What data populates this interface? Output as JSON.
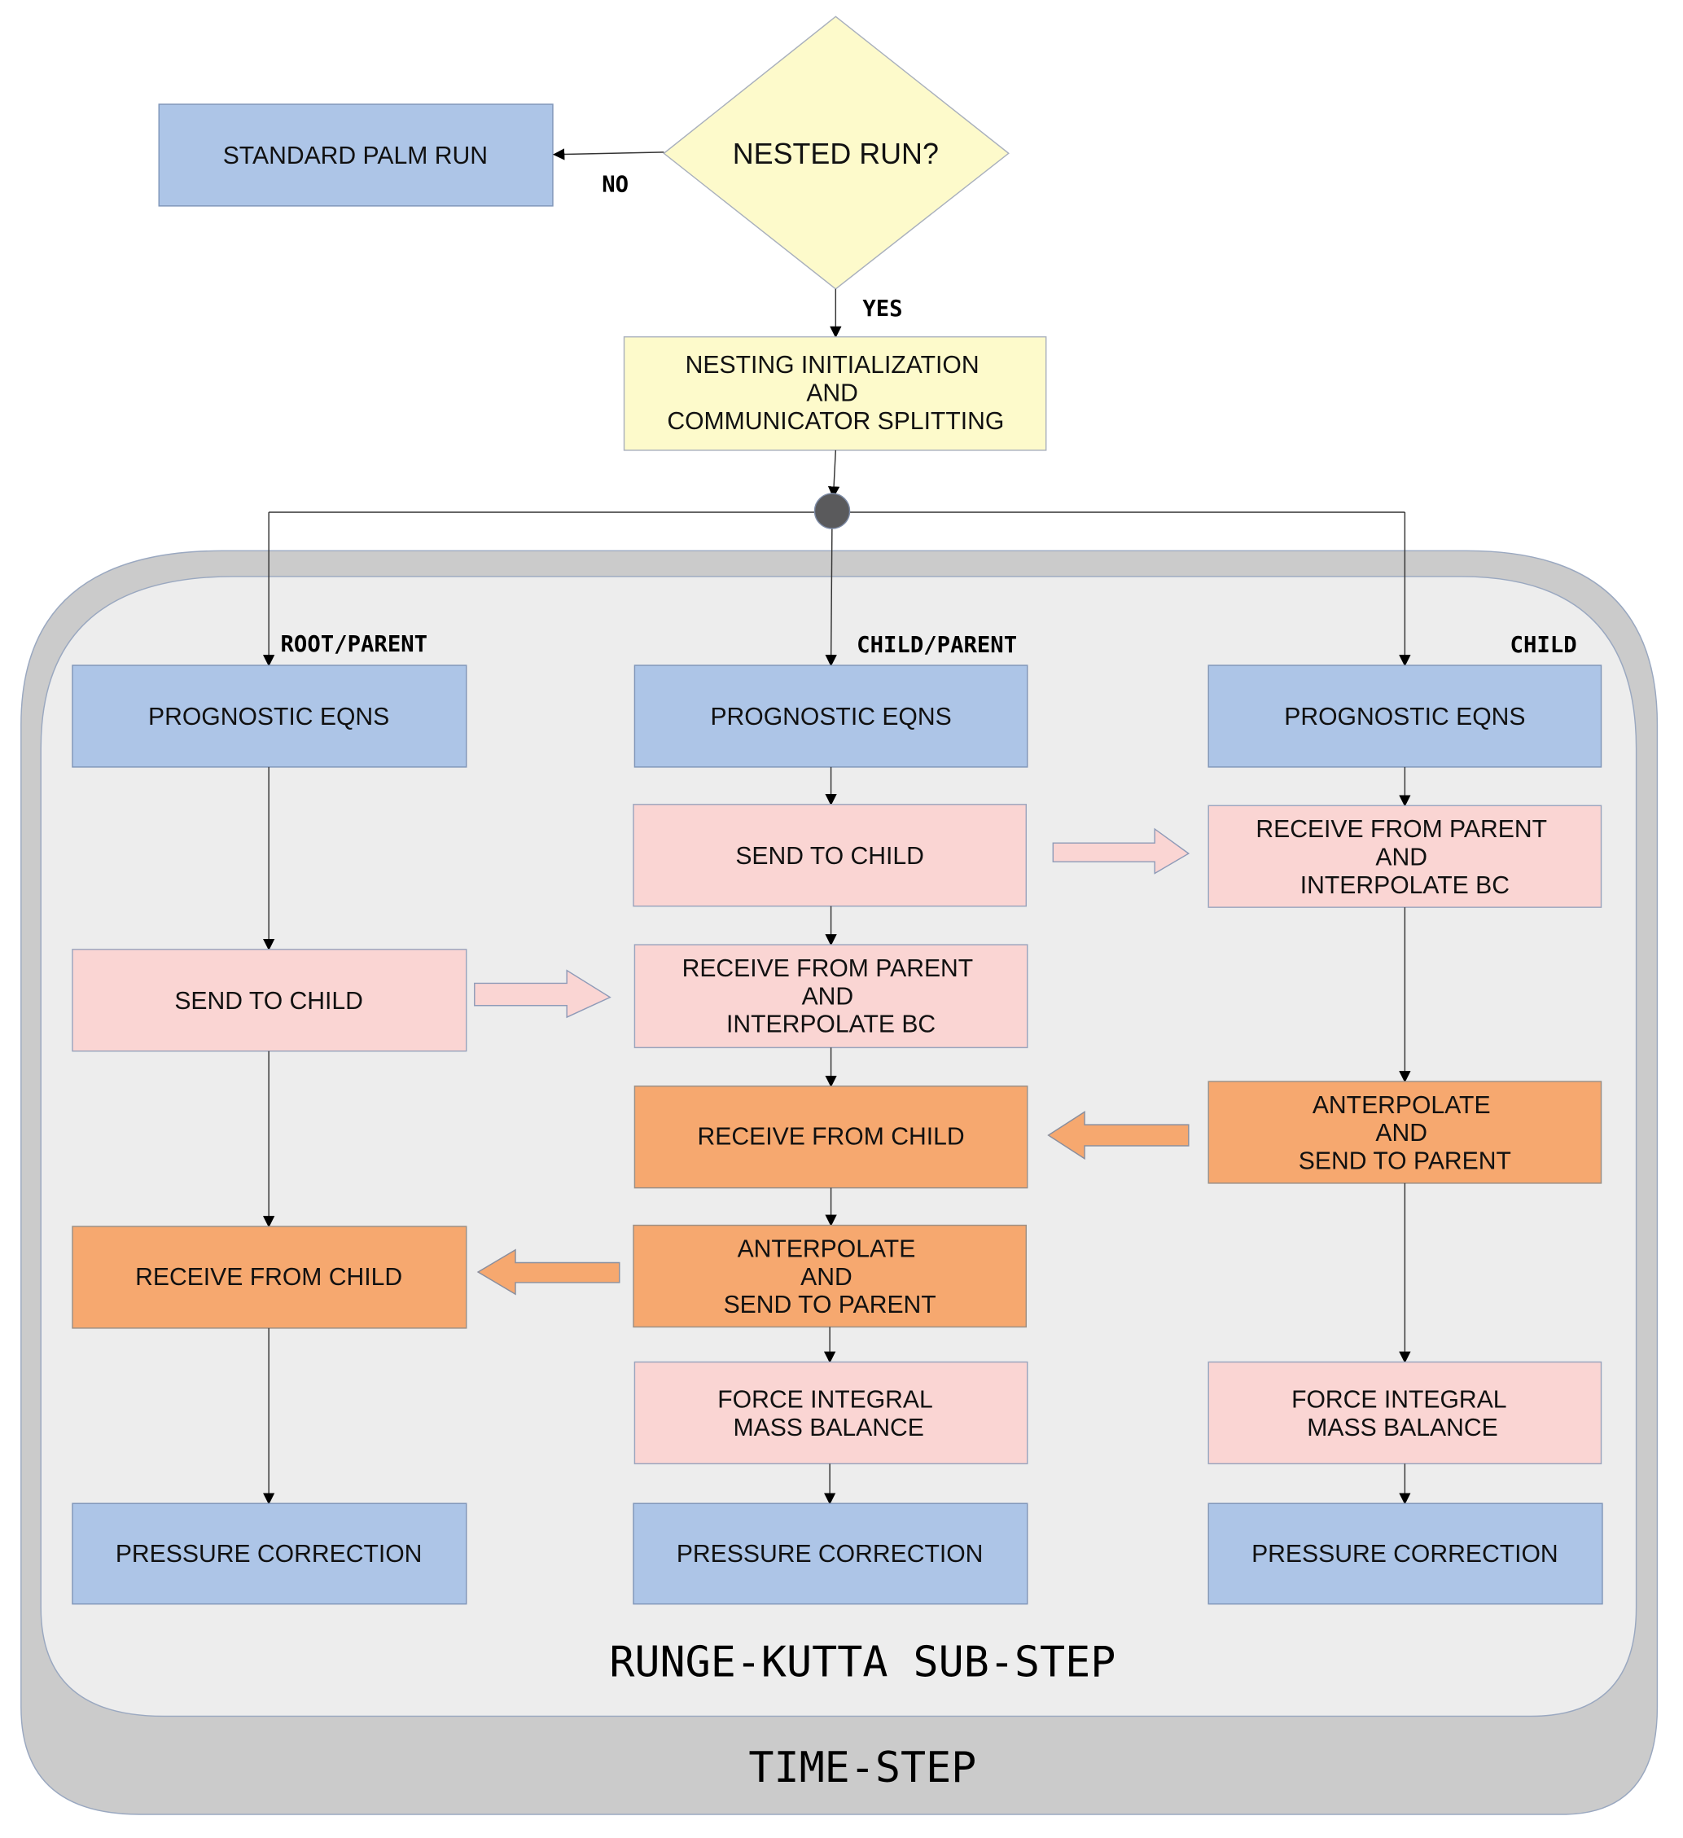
{
  "diagram": {
    "title": "PALM nested run flow",
    "colors": {
      "computation": "#adc5e7",
      "communication_down": "#fad5d3",
      "communication_up": "#f6a86f",
      "setup": "#fdfacb",
      "timestep_panel": "#cbcbcb",
      "substep_panel": "#ededed",
      "junction": "#5a5a5c"
    },
    "decision": {
      "text": "NESTED RUN?"
    },
    "standard_run": {
      "text": "STANDARD PALM RUN"
    },
    "edge_no": "NO",
    "edge_yes": "YES",
    "init": {
      "lines": [
        "NESTING INITIALIZATION",
        "AND",
        "COMMUNICATOR SPLITTING"
      ]
    },
    "panels": {
      "timestep": "TIME-STEP",
      "substep": "RUNGE-KUTTA SUB-STEP"
    },
    "columns": [
      {
        "label": "ROOT/PARENT",
        "boxes": [
          {
            "kind": "computation",
            "lines": [
              "PROGNOSTIC EQNS"
            ]
          },
          {
            "kind": "communication_down",
            "lines": [
              "SEND TO CHILD"
            ]
          },
          {
            "kind": "communication_up",
            "lines": [
              "RECEIVE FROM CHILD"
            ]
          },
          {
            "kind": "computation",
            "lines": [
              "PRESSURE CORRECTION"
            ]
          }
        ]
      },
      {
        "label": "CHILD/PARENT",
        "boxes": [
          {
            "kind": "computation",
            "lines": [
              "PROGNOSTIC EQNS"
            ]
          },
          {
            "kind": "communication_down",
            "lines": [
              "SEND TO CHILD"
            ]
          },
          {
            "kind": "communication_down",
            "lines": [
              "RECEIVE FROM PARENT",
              "AND",
              "INTERPOLATE BC"
            ]
          },
          {
            "kind": "communication_up",
            "lines": [
              "RECEIVE FROM CHILD"
            ]
          },
          {
            "kind": "communication_up",
            "lines": [
              "ANTERPOLATE",
              "AND",
              "SEND TO PARENT"
            ]
          },
          {
            "kind": "communication_down",
            "lines": [
              "FORCE INTEGRAL",
              "MASS BALANCE"
            ]
          },
          {
            "kind": "computation",
            "lines": [
              "PRESSURE CORRECTION"
            ]
          }
        ]
      },
      {
        "label": "CHILD",
        "boxes": [
          {
            "kind": "computation",
            "lines": [
              "PROGNOSTIC EQNS"
            ]
          },
          {
            "kind": "communication_down",
            "lines": [
              "RECEIVE FROM PARENT",
              "AND",
              "INTERPOLATE BC"
            ]
          },
          {
            "kind": "communication_up",
            "lines": [
              "ANTERPOLATE",
              "AND",
              "SEND TO PARENT"
            ]
          },
          {
            "kind": "communication_down",
            "lines": [
              "FORCE INTEGRAL",
              "MASS BALANCE"
            ]
          },
          {
            "kind": "computation",
            "lines": [
              "PRESSURE CORRECTION"
            ]
          }
        ]
      }
    ]
  }
}
